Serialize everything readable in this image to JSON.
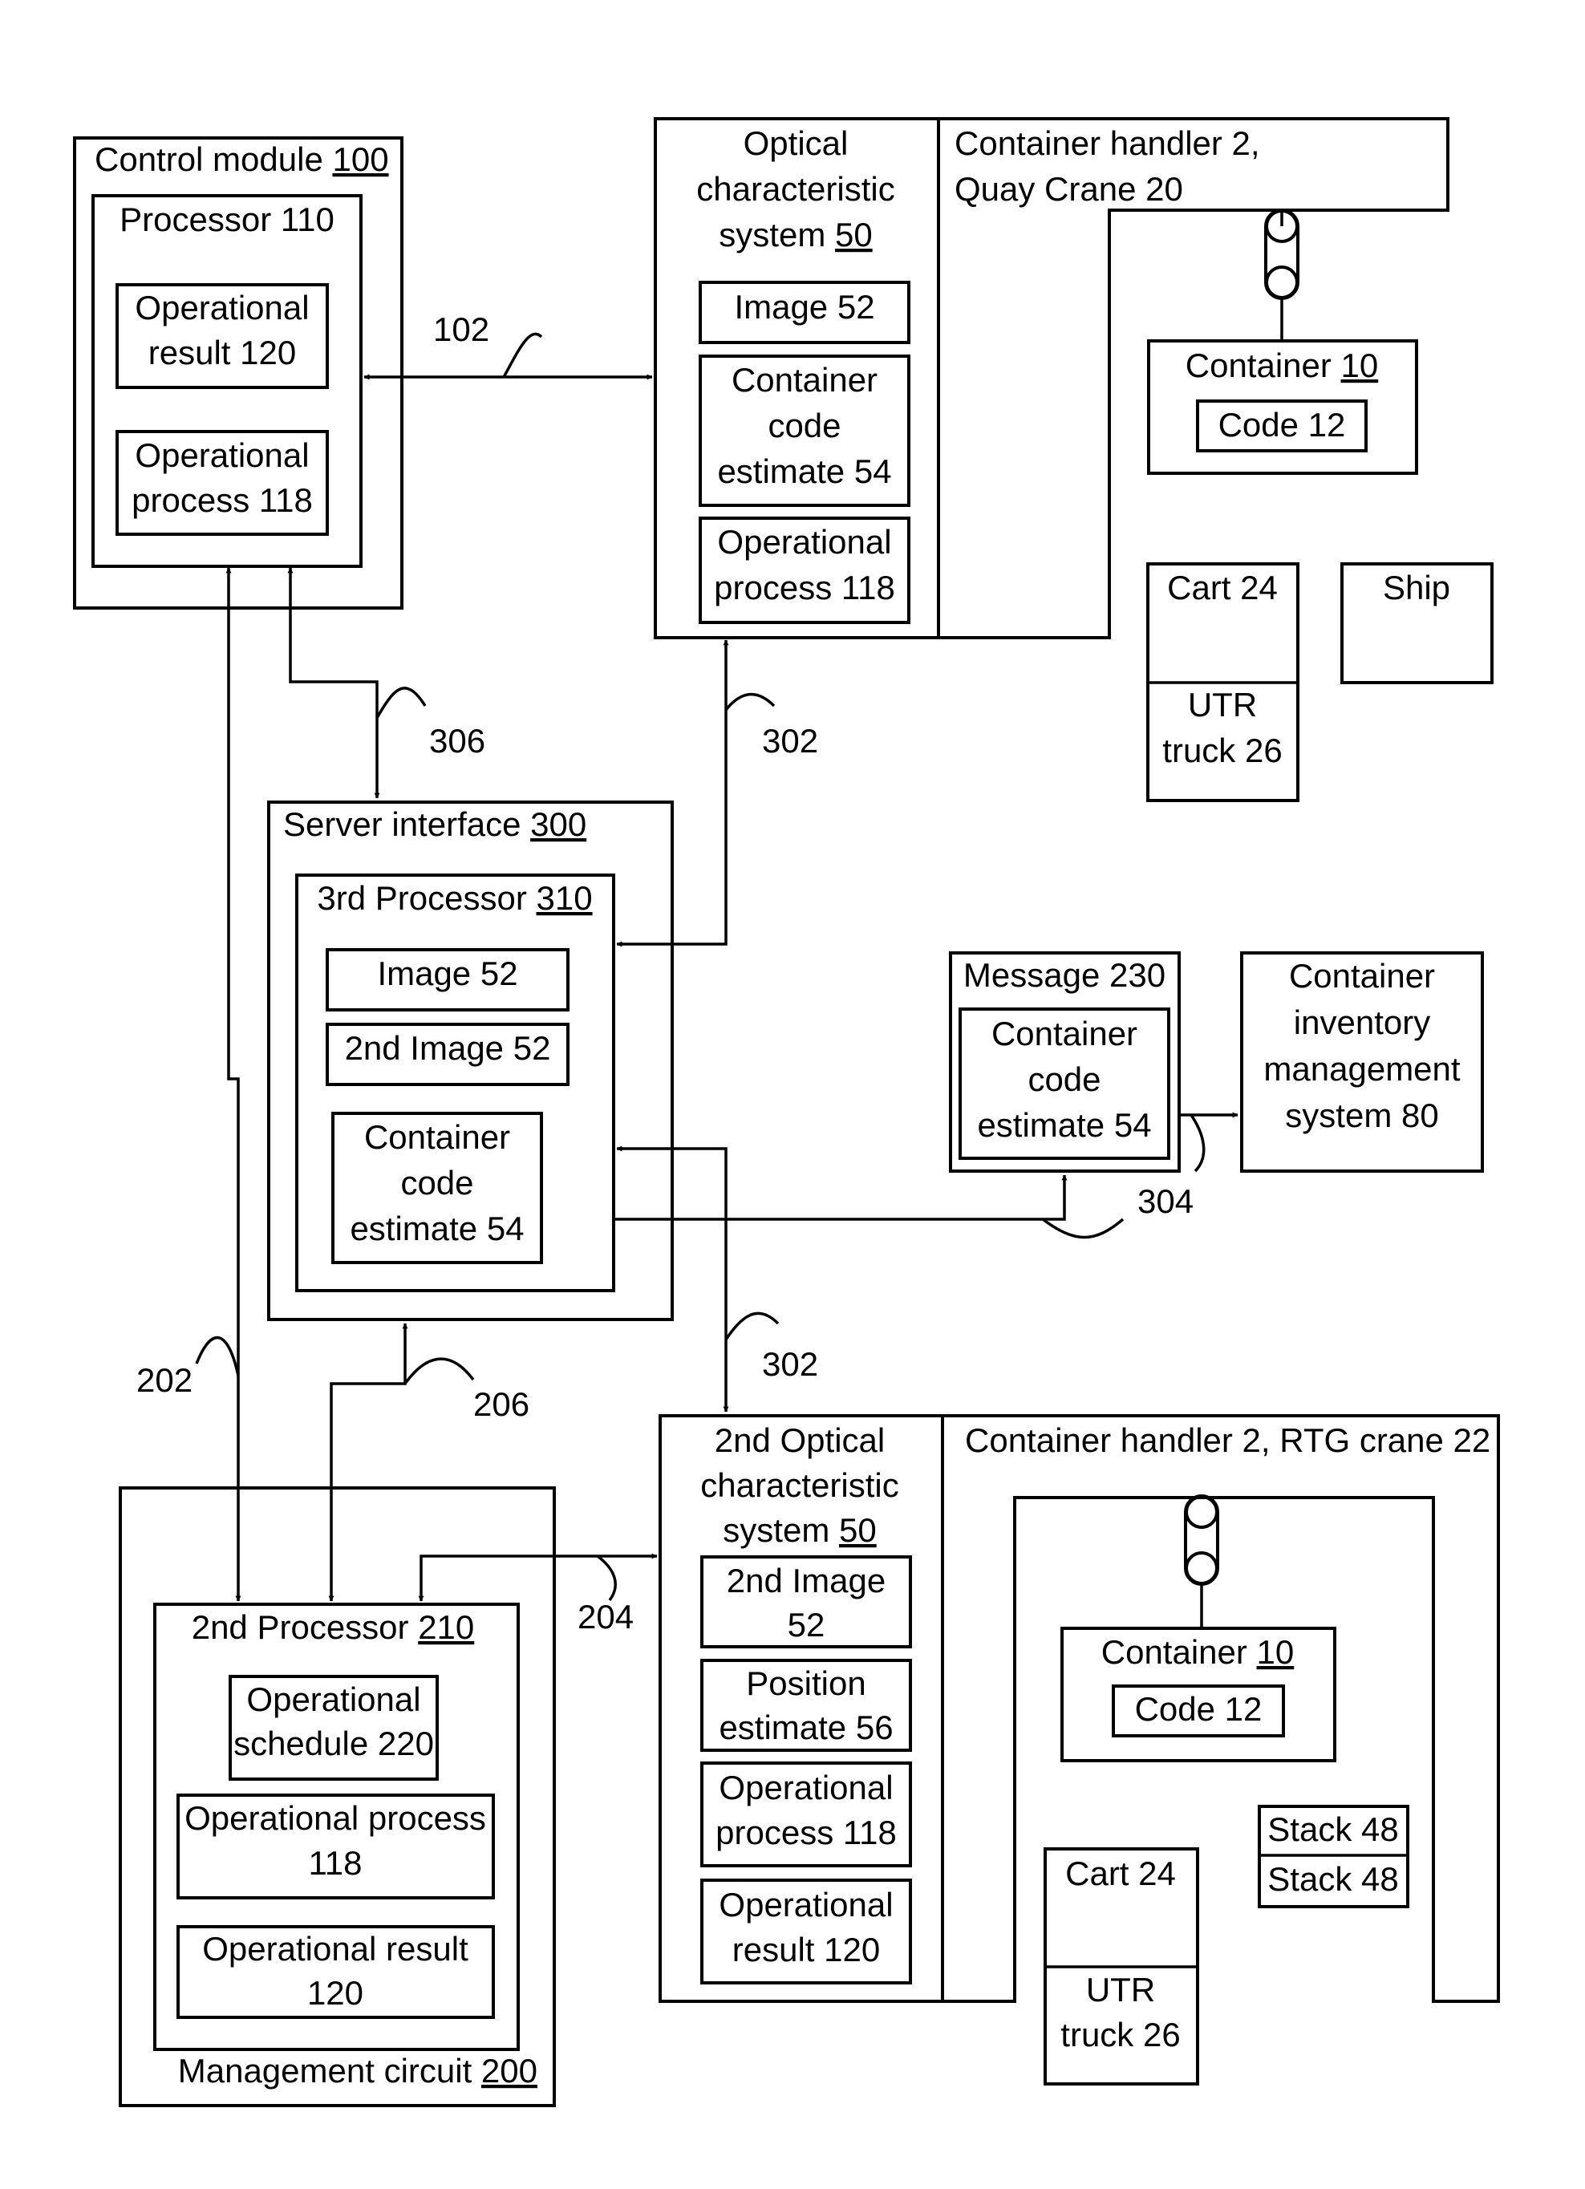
{
  "control_module": {
    "title": "Control module",
    "num": "100",
    "processor": "Processor 110",
    "op_result": [
      "Operational",
      "result 120"
    ],
    "op_process": [
      "Operational",
      "process 118"
    ]
  },
  "optical_system": {
    "title": [
      "Optical",
      "characteristic",
      "system"
    ],
    "num": "50",
    "image": "Image 52",
    "code_estimate": [
      "Container",
      "code",
      "estimate 54"
    ],
    "op_process": [
      "Operational",
      "process 118"
    ]
  },
  "quay_crane": {
    "title": [
      "Container handler 2,",
      "Quay Crane 20"
    ],
    "container": "Container",
    "container_num": "10",
    "code": "Code 12"
  },
  "cart_top": {
    "cart": "Cart 24",
    "utr": [
      "UTR",
      "truck 26"
    ]
  },
  "ship": "Ship",
  "server": {
    "title": "Server interface",
    "num": "300",
    "processor": "3rd Processor",
    "processor_num": "310",
    "image": "Image 52",
    "image2": "2nd Image 52",
    "code_estimate": [
      "Container",
      "code",
      "estimate 54"
    ]
  },
  "message": {
    "title": "Message 230",
    "code_estimate": [
      "Container",
      "code",
      "estimate 54"
    ]
  },
  "inventory": [
    "Container",
    "inventory",
    "management",
    "system 80"
  ],
  "management": {
    "title": "Management circuit",
    "num": "200",
    "processor": "2nd Processor",
    "processor_num": "210",
    "schedule": [
      "Operational",
      "schedule 220"
    ],
    "op_process": [
      "Operational process",
      "118"
    ],
    "op_result": [
      "Operational result",
      "120"
    ]
  },
  "optical2": {
    "title": [
      "2nd Optical",
      "characteristic",
      "system"
    ],
    "num": "50",
    "image2": [
      "2nd Image",
      "52"
    ],
    "position": [
      "Position",
      "estimate 56"
    ],
    "op_process": [
      "Operational",
      "process 118"
    ],
    "op_result": [
      "Operational",
      "result 120"
    ]
  },
  "rtg": {
    "title": "Container handler 2, RTG crane 22",
    "container": "Container",
    "container_num": "10",
    "code": "Code 12",
    "stack1": "Stack 48",
    "stack2": "Stack 48"
  },
  "cart_bottom": {
    "cart": "Cart 24",
    "utr": [
      "UTR",
      "truck 26"
    ]
  },
  "refs": {
    "r102": "102",
    "r306": "306",
    "r302a": "302",
    "r302b": "302",
    "r304": "304",
    "r202": "202",
    "r206": "206",
    "r204": "204"
  }
}
